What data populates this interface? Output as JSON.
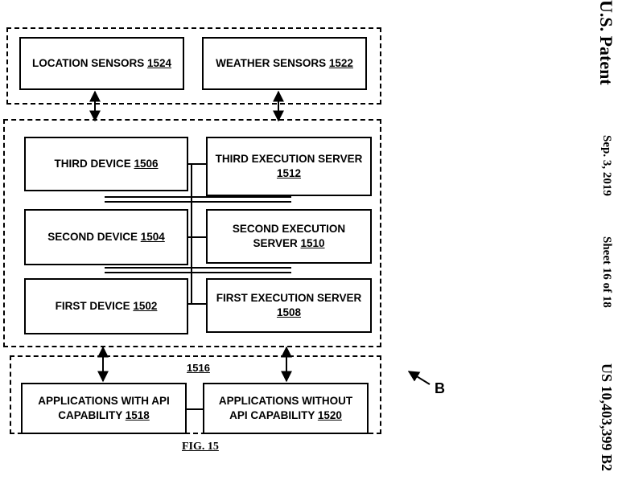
{
  "header": {
    "patent_office": "U.S. Patent",
    "date": "Sep. 3, 2019",
    "sheet": "Sheet 16 of 18",
    "patent_number": "US 10,403,399 B2"
  },
  "sensors": {
    "location": {
      "text": "LOCATION SENSORS ",
      "ref": "1524"
    },
    "weather": {
      "text": "WEATHER SENSORS ",
      "ref": "1522"
    }
  },
  "devices": {
    "third_device": {
      "text": "THIRD DEVICE ",
      "ref": "1506"
    },
    "second_device": {
      "text": "SECOND DEVICE ",
      "ref": "1504"
    },
    "first_device": {
      "text": "FIRST DEVICE ",
      "ref": "1502"
    },
    "third_server": {
      "text": "THIRD EXECUTION SERVER ",
      "ref": "1512"
    },
    "second_server": {
      "text": "SECOND EXECUTION SERVER ",
      "ref": "1510"
    },
    "first_server": {
      "text": "FIRST EXECUTION SERVER ",
      "ref": "1508"
    }
  },
  "applications": {
    "group_ref": "1516",
    "with_api": {
      "text": "APPLICATIONS WITH API CAPABILITY ",
      "ref": "1518"
    },
    "without_api": {
      "text": "APPLICATIONS WITHOUT API CAPABILITY ",
      "ref": "1520"
    }
  },
  "figure_label": "FIG. 15",
  "connector_label": "B"
}
